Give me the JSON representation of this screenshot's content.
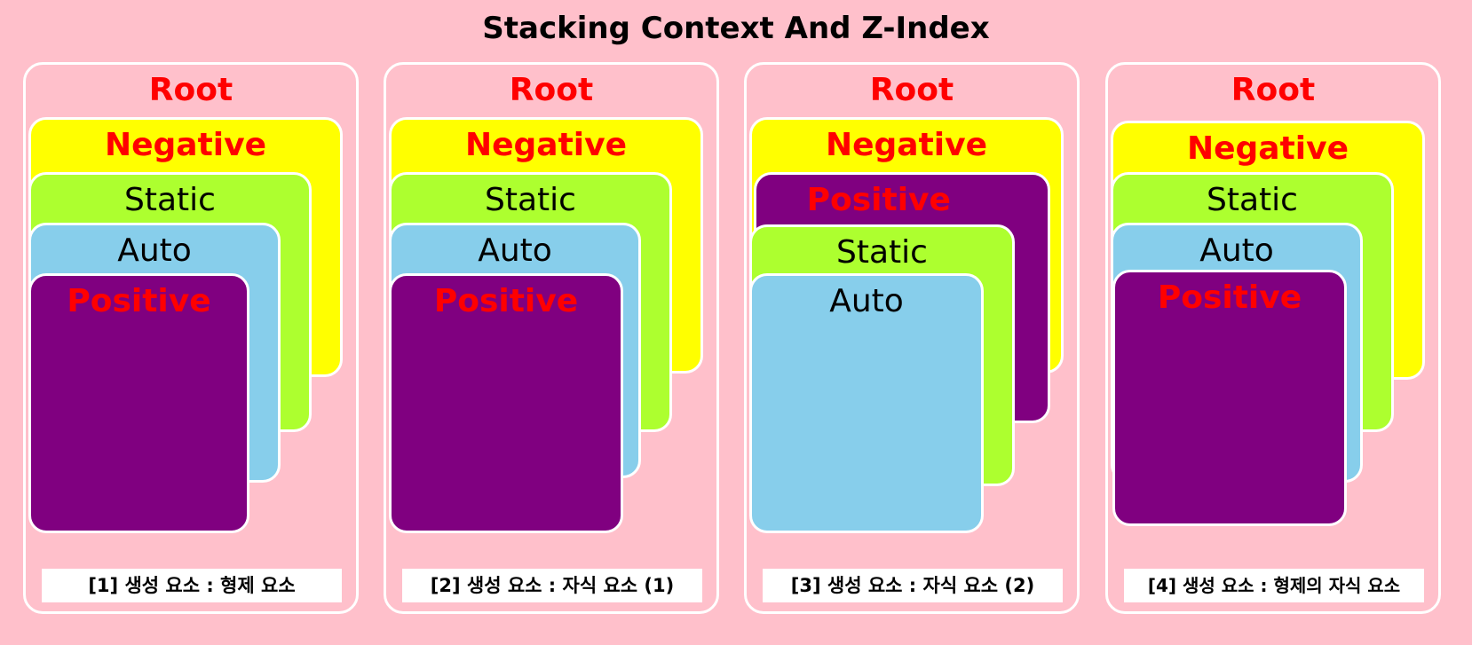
{
  "title": "Stacking Context And Z-Index",
  "colors": {
    "background": "#ffc0cb",
    "label_red": "#ff0000",
    "negative": "#ffff00",
    "static": "#adff2f",
    "auto": "#87ceeb",
    "positive": "#800080",
    "border": "#ffffff"
  },
  "panels": [
    {
      "root": "Root",
      "negative": "Negative",
      "static": "Static",
      "auto": "Auto",
      "positive": "Positive",
      "caption": "[1] 생성 요소 : 형제 요소"
    },
    {
      "root": "Root",
      "negative": "Negative",
      "static": "Static",
      "auto": "Auto",
      "positive": "Positive",
      "caption": "[2] 생성 요소 : 자식 요소 (1)"
    },
    {
      "root": "Root",
      "negative": "Negative",
      "positive": "Positive",
      "static": "Static",
      "auto": "Auto",
      "caption": "[3] 생성 요소 : 자식 요소 (2)"
    },
    {
      "root": "Root",
      "negative": "Negative",
      "static": "Static",
      "auto": "Auto",
      "positive": "Positive",
      "caption": "[4] 생성 요소 : 형제의 자식 요소"
    }
  ]
}
